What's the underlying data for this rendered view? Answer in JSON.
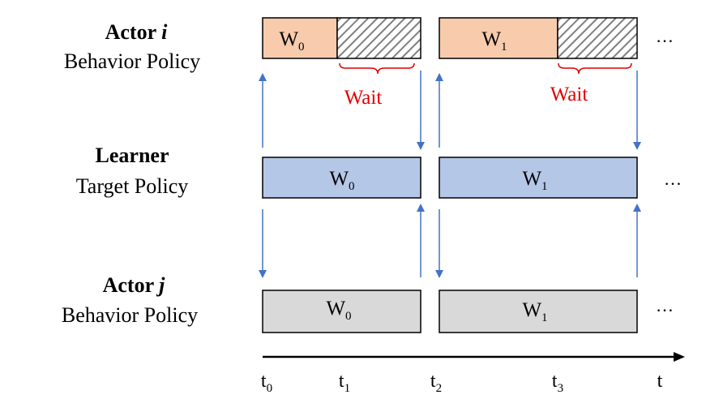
{
  "rows": [
    {
      "title": "Actor",
      "title_var": "i",
      "subtitle": "Behavior Policy"
    },
    {
      "title": "Learner",
      "title_var": "",
      "subtitle": "Target Policy"
    },
    {
      "title": "Actor",
      "title_var": "j",
      "subtitle": "Behavior Policy"
    }
  ],
  "blocks": {
    "w0": {
      "base": "W",
      "sub": "0"
    },
    "w1": {
      "base": "W",
      "sub": "1"
    }
  },
  "wait_label": "Wait",
  "ellipsis": "…",
  "time": {
    "ticks": [
      {
        "base": "t",
        "sub": "0"
      },
      {
        "base": "t",
        "sub": "1"
      },
      {
        "base": "t",
        "sub": "2"
      },
      {
        "base": "t",
        "sub": "3"
      },
      {
        "base": "t",
        "sub": ""
      }
    ]
  },
  "colors": {
    "actor_i_fill": "#f8cbad",
    "learner_fill": "#b4c7e7",
    "actor_j_fill": "#d9d9d9",
    "arrow": "#4472c4",
    "wait": "#e00000",
    "outline": "#000000"
  }
}
